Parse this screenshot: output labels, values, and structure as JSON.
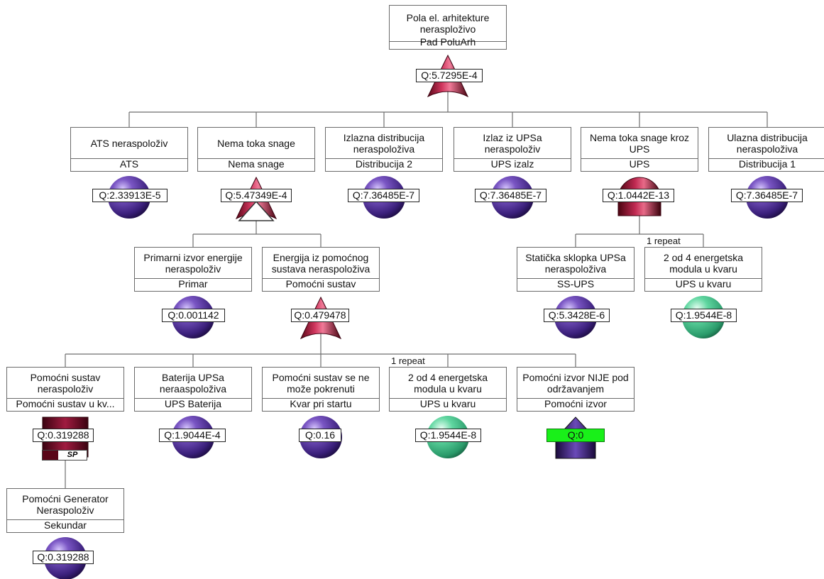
{
  "colors": {
    "line": "#6e6e6e",
    "basic_event": "#5a3aa0",
    "repeated_event": "#3fbf8a",
    "gate": "#b01c44",
    "q_house_bg": "#19f019"
  },
  "nodes": [
    {
      "id": "top",
      "desc": "Pola el. arhitekture nerasploživo",
      "name": "Pad PoluArh",
      "q": "Q:5.7295E-4",
      "symbol": "or-gate"
    },
    {
      "id": "ats",
      "desc": "ATS neraspoloživ",
      "name": "ATS",
      "q": "Q:2.33913E-5",
      "symbol": "basic"
    },
    {
      "id": "nema",
      "desc": "Nema toka snage",
      "name": "Nema snage",
      "q": "Q:5.47349E-4",
      "symbol": "or-gate-transfer"
    },
    {
      "id": "izlazna",
      "desc": "Izlazna distribucija neraspoloživa",
      "name": "Distribucija 2",
      "q": "Q:7.36485E-7",
      "symbol": "basic"
    },
    {
      "id": "izlazups",
      "desc": "Izlaz iz UPSa neraspoloživ",
      "name": "UPS izalz",
      "q": "Q:7.36485E-7",
      "symbol": "basic"
    },
    {
      "id": "nemaups",
      "desc": "Nema toka snage kroz UPS",
      "name": "UPS",
      "q": "Q:1.0442E-13",
      "symbol": "and-gate"
    },
    {
      "id": "ulazna",
      "desc": "Ulazna distribucija neraspoloživa",
      "name": "Distribucija 1",
      "q": "Q:7.36485E-7",
      "symbol": "basic"
    },
    {
      "id": "primar",
      "desc": "Primarni izvor energije neraspoloživ",
      "name": "Primar",
      "q": "Q:0.001142",
      "symbol": "basic"
    },
    {
      "id": "pomocni",
      "desc": "Energija iz pomoćnog sustava neraspoloživa",
      "name": "Pomoćni sustav",
      "q": "Q:0.479478",
      "symbol": "or-gate"
    },
    {
      "id": "ssups",
      "desc": "Statička sklopka UPSa neraspoloživa",
      "name": "SS-UPS",
      "q": "Q:5.3428E-6",
      "symbol": "basic"
    },
    {
      "id": "ups2od4a",
      "desc": "2 od 4 energetska modula u kvaru",
      "name": "UPS u kvaru",
      "q": "Q:1.9544E-8",
      "symbol": "repeated"
    },
    {
      "id": "pomsus",
      "desc": "Pomoćni sustav neraspoloživ",
      "name": "Pomoćni sustav u kv...",
      "q": "Q:0.319288",
      "symbol": "sp-gate"
    },
    {
      "id": "baterija",
      "desc": "Baterija UPSa neraaspoloživa",
      "name": "UPS Baterija",
      "q": "Q:1.9044E-4",
      "symbol": "basic"
    },
    {
      "id": "pokrenuti",
      "desc": "Pomoćni sustav se ne može pokrenuti",
      "name": "Kvar pri startu",
      "q": "Q:0.16",
      "symbol": "basic"
    },
    {
      "id": "ups2od4b",
      "desc": "2 od 4 energetska modula u kvaru",
      "name": "UPS u kvaru",
      "q": "Q:1.9544E-8",
      "symbol": "repeated"
    },
    {
      "id": "izvornije",
      "desc": "Pomoćni izvor NIJE pod održavanjem",
      "name": "Pomoćni izvor",
      "q": "Q:0",
      "symbol": "house"
    },
    {
      "id": "generator",
      "desc": "Pomoćni Generator Neraspoloživ",
      "name": "Sekundar",
      "q": "Q:0.319288",
      "symbol": "basic"
    }
  ],
  "repeat_labels": [
    "1 repeat",
    "1 repeat"
  ],
  "sp_label": "SP"
}
